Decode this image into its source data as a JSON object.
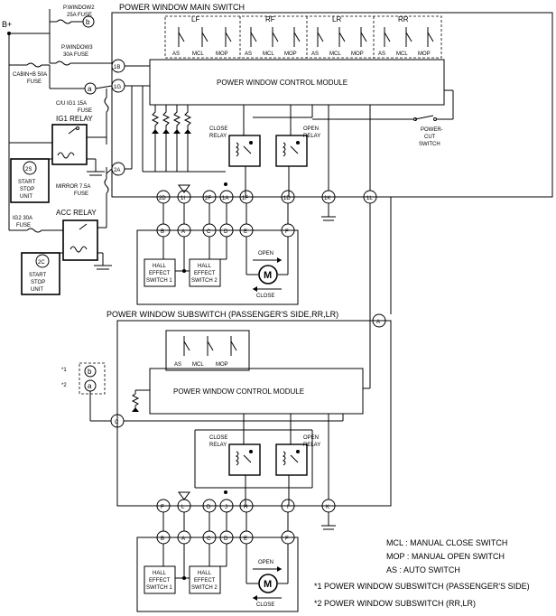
{
  "power": {
    "bplus": "B+"
  },
  "fuses": {
    "pw2_line1": "P.WINDOW2",
    "pw2_line2": "25A FUSE",
    "pw3_line1": "P.WINDOW3",
    "pw3_line2": "30A FUSE",
    "cabin_line1": "CABIN+B 50A",
    "cabin_line2": "FUSE",
    "cu_line1": "C/U IG1 15A",
    "cu_line2": "FUSE",
    "mirror_line1": "MIRROR 7.5A",
    "mirror_line2": "FUSE",
    "ig2_line1": "IG2 30A",
    "ig2_line2": "FUSE"
  },
  "relays": {
    "ig1": "IG1 RELAY",
    "acc": "ACC RELAY",
    "close": "CLOSE",
    "open": "OPEN",
    "relay_word": "RELAY"
  },
  "units": {
    "ssu_line1": "START",
    "ssu_line2": "STOP",
    "ssu_line3": "UNIT",
    "ig1_conn": "2S",
    "acc_conn": "2C"
  },
  "main_switch": {
    "title": "POWER WINDOW MAIN SWITCH",
    "groups": [
      "LF",
      "RF",
      "LR",
      "RR"
    ],
    "sw_labels": [
      "AS",
      "MCL",
      "MOP"
    ],
    "module": "POWER WINDOW CONTROL MODULE",
    "power_cut_line1": "POWER-",
    "power_cut_line2": "CUT",
    "power_cut_line3": "SWITCH",
    "top_conns": [
      "1B",
      "1G"
    ],
    "bottom_conns": [
      "2D",
      "1I",
      "2F",
      "1A",
      "1F",
      "1D",
      "1K",
      "1L"
    ],
    "left_conn": "2A"
  },
  "motor_assy": {
    "conns": [
      "B",
      "A",
      "C",
      "D",
      "E",
      "F"
    ],
    "hall1_line1": "HALL",
    "hall1_line2": "EFFECT",
    "hall1_line3": "SWITCH 1",
    "hall2_line1": "HALL",
    "hall2_line2": "EFFECT",
    "hall2_line3": "SWITCH 2",
    "open": "OPEN",
    "close": "CLOSE",
    "motor": "M"
  },
  "fuse_conns": {
    "b": "b",
    "a": "a"
  },
  "sub_switch": {
    "title": "POWER WINDOW SUBSWITCH (PASSENGER'S SIDE,RR,LR)",
    "sw_labels": [
      "AS",
      "MCL",
      "MOP"
    ],
    "module": "POWER WINDOW CONTROL MODULE",
    "conn_a": "A",
    "conn_c": "C",
    "bottom_conns": [
      "F",
      "L",
      "D",
      "J",
      "H",
      "I",
      "K"
    ],
    "note1_mark": "*1",
    "note2_mark": "*2"
  },
  "legend": [
    "MCL : MANUAL CLOSE SWITCH",
    "MOP : MANUAL OPEN SWITCH",
    "AS : AUTO SWITCH",
    "*1 POWER WINDOW SUBSWITCH (PASSENGER'S SIDE)",
    "*2 POWER WINDOW SUBSWITCH (RR,LR)"
  ]
}
